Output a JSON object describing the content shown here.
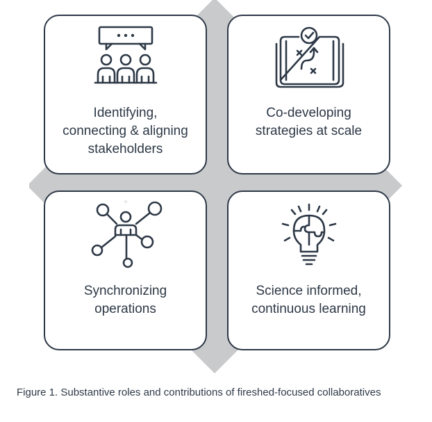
{
  "cards": [
    {
      "label": "Identifying,\nconnecting & aligning\nstakeholders",
      "icon": "stakeholders-meeting-icon"
    },
    {
      "label": "Co-developing\nstrategies at scale",
      "icon": "strategy-map-icon"
    },
    {
      "label": "Synchronizing\noperations",
      "icon": "network-person-icon"
    },
    {
      "label": "Science informed,\ncontinuous learning",
      "icon": "lightbulb-puzzle-icon"
    }
  ],
  "caption": "Figure 1. Substantive roles and contributions of fireshed-focused collaboratives",
  "colors": {
    "ink": "#2d3846",
    "diamond": "#c9cacc",
    "background": "#ffffff"
  }
}
